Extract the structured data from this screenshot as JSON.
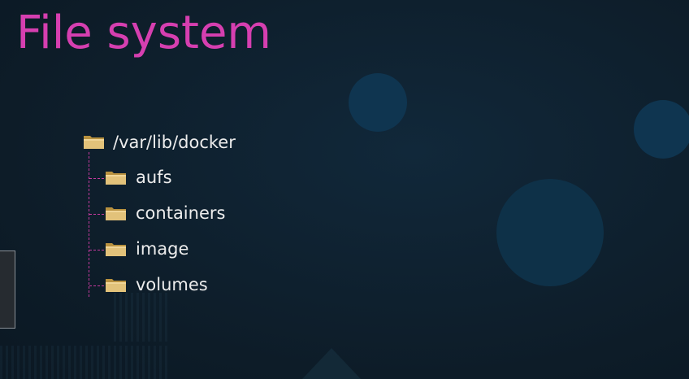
{
  "slide": {
    "title": "File system"
  },
  "tree": {
    "root": {
      "label": "/var/lib/docker",
      "icon": "folder-icon"
    },
    "children": [
      {
        "label": "aufs",
        "icon": "folder-icon"
      },
      {
        "label": "containers",
        "icon": "folder-icon"
      },
      {
        "label": "image",
        "icon": "folder-icon"
      },
      {
        "label": "volumes",
        "icon": "folder-icon"
      }
    ]
  },
  "colors": {
    "background": "#0e1e2b",
    "title": "#d63fb0",
    "connector": "#c43a9e",
    "text": "#ececec",
    "bubble": "#0f3550",
    "folder": "#d9b86a"
  }
}
